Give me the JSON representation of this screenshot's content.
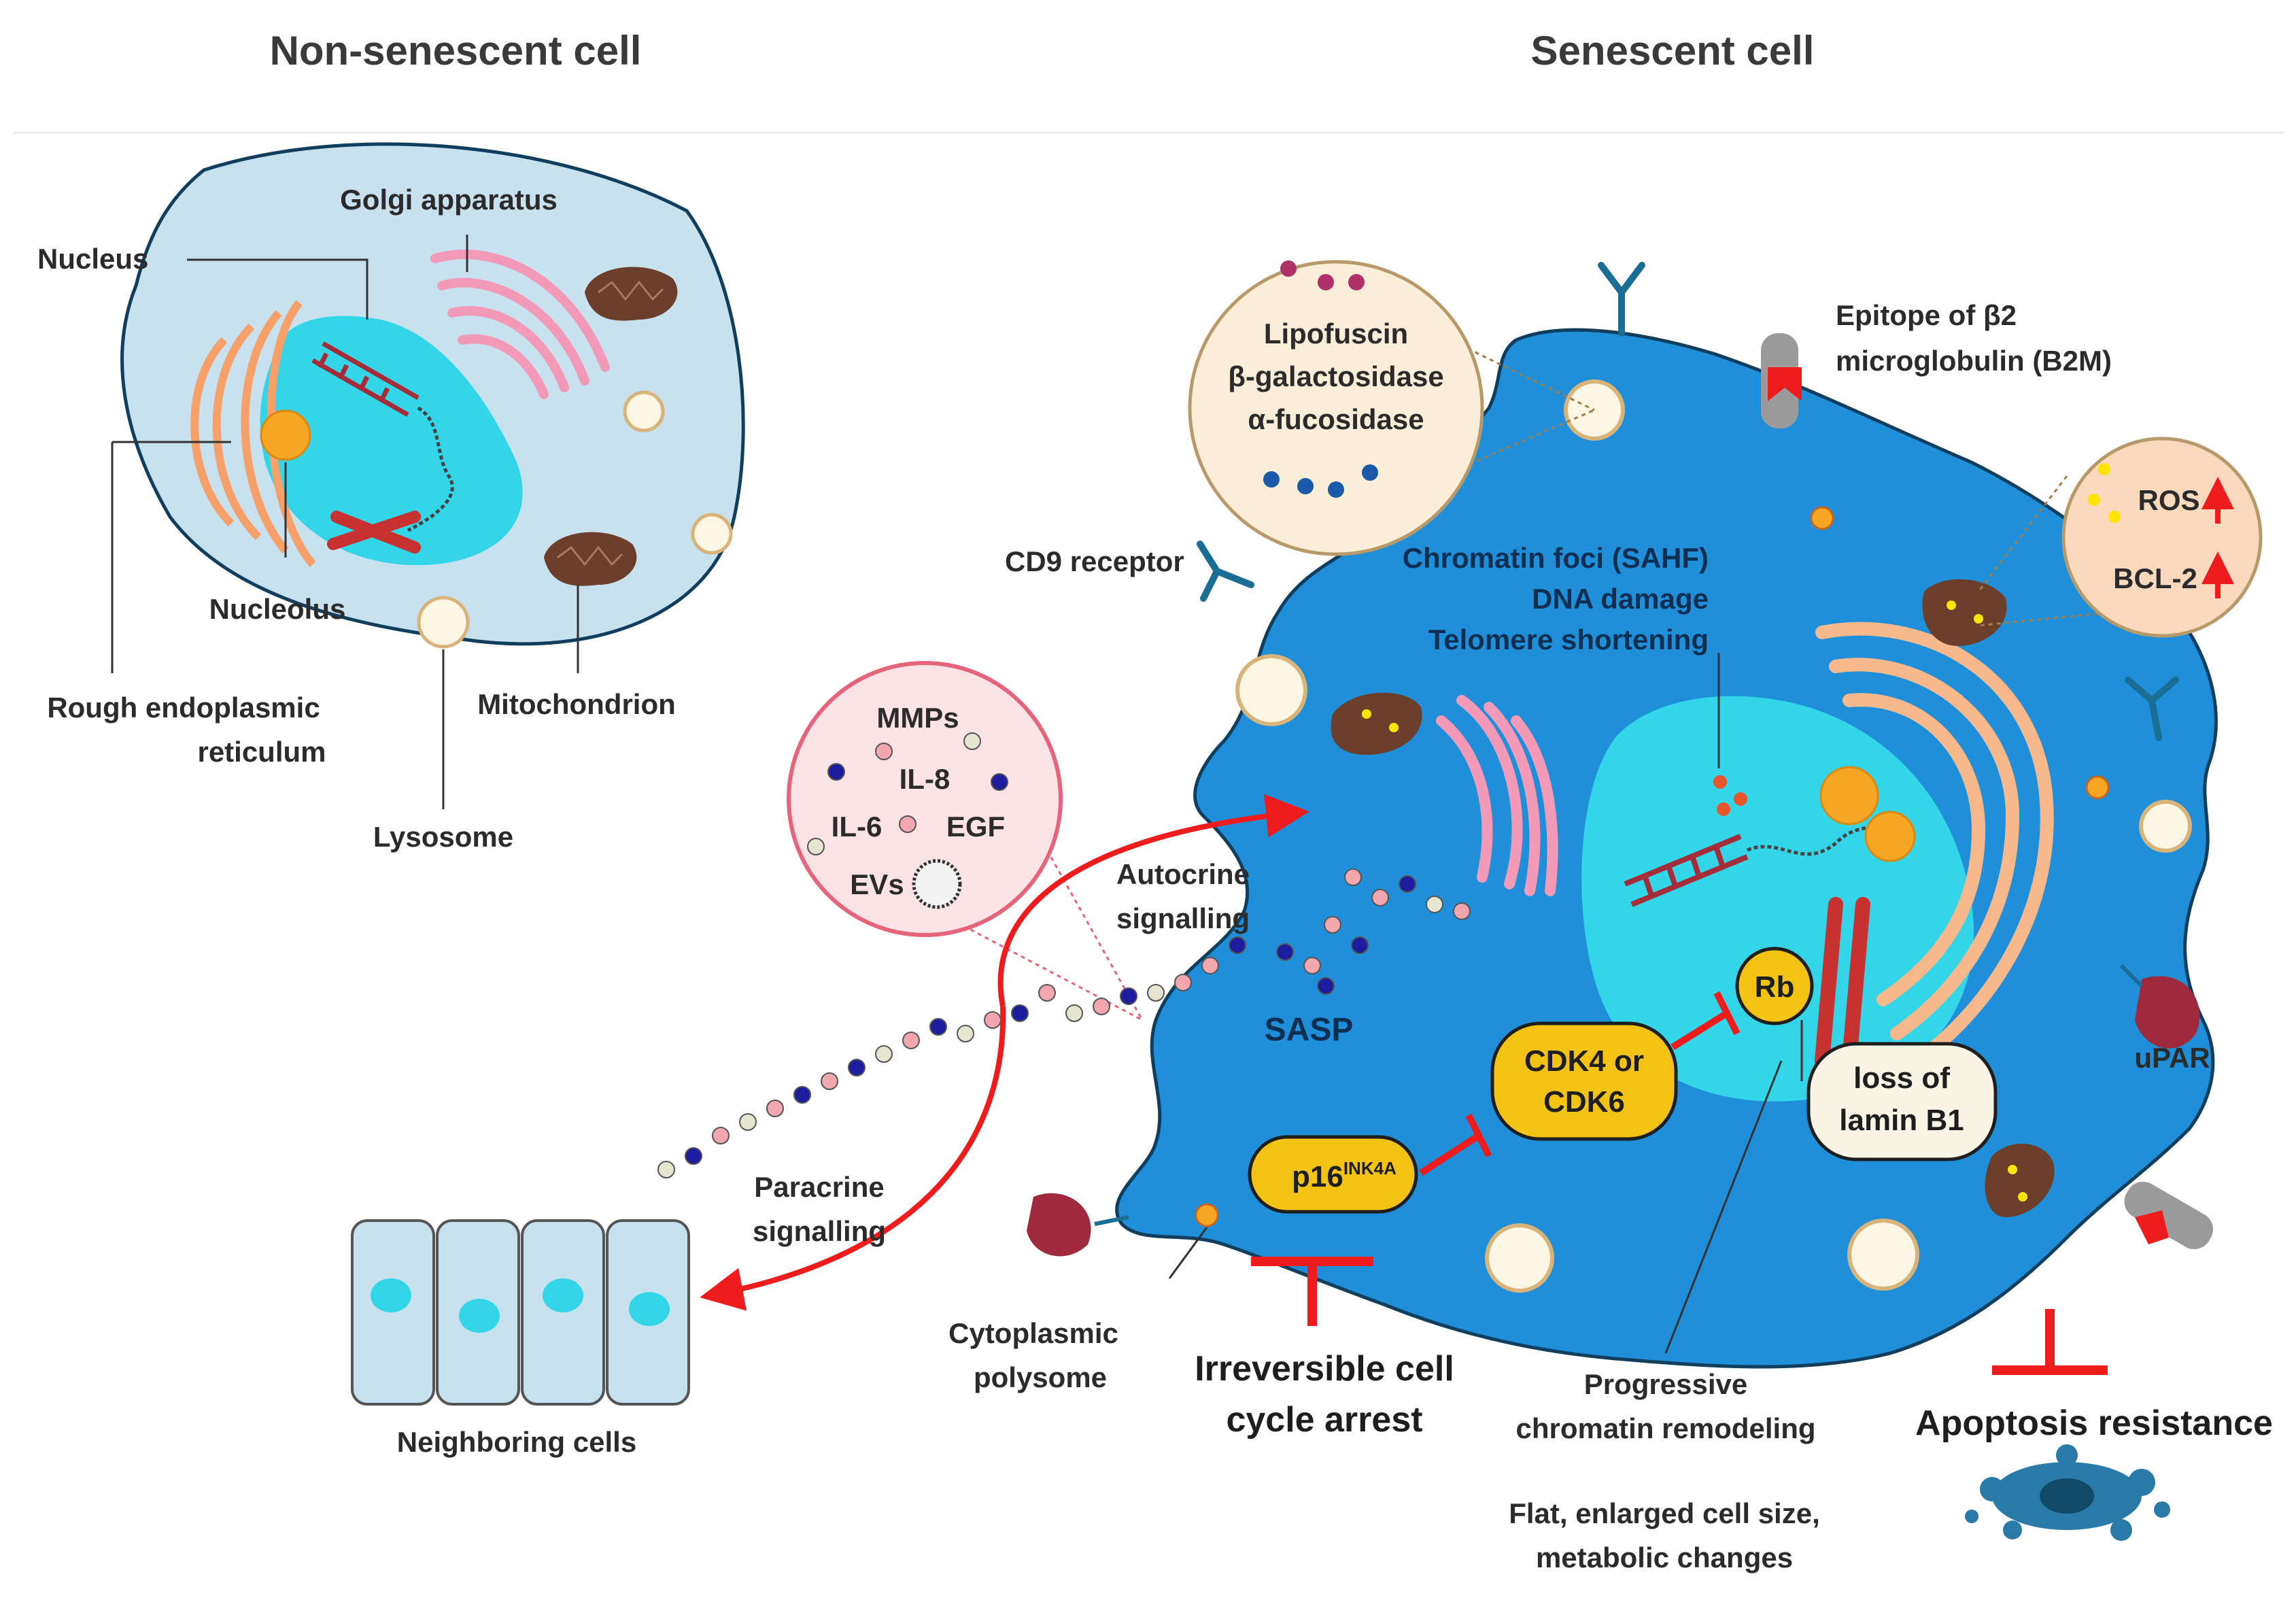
{
  "headings": {
    "left": "Non-senescent cell",
    "right": "Senescent cell"
  },
  "non_senescent": {
    "golgi": "Golgi apparatus",
    "nucleus": "Nucleus",
    "nucleolus": "Nucleolus",
    "rer_line1": "Rough endoplasmic",
    "rer_line2": "reticulum",
    "mitochondrion": "Mitochondrion",
    "lysosome": "Lysosome"
  },
  "lysosome_callout": {
    "line1": "Lipofuscin",
    "line2": "β-galactosidase",
    "line3": "α-fucosidase"
  },
  "sasp_callout": {
    "mmps": "MMPs",
    "il8": "IL-8",
    "il6": "IL-6",
    "egf": "EGF",
    "evs": "EVs"
  },
  "ros_callout": {
    "ros": "ROS",
    "bcl2": "BCL-2"
  },
  "senescent": {
    "b2m_line1": "Epitope of β2",
    "b2m_line2": "microglobulin (B2M)",
    "cd9": "CD9 receptor",
    "chromatin_line1": "Chromatin foci (SAHF)",
    "chromatin_line2": "DNA damage",
    "chromatin_line3": "Telomere shortening",
    "upar": "uPAR",
    "sasp": "SASP",
    "rb": "Rb",
    "cdk_line1": "CDK4 or",
    "cdk_line2": "CDK6",
    "p16_main": "p16",
    "p16_sup": "INK4A",
    "lamin_line1": "loss of",
    "lamin_line2": "lamin B1"
  },
  "signalling": {
    "autocrine_line1": "Autocrine",
    "autocrine_line2": "signalling",
    "paracrine_line1": "Paracrine",
    "paracrine_line2": "signalling"
  },
  "bottom": {
    "neighboring": "Neighboring cells",
    "polysome_line1": "Cytoplasmic",
    "polysome_line2": "polysome",
    "arrest_line1": "Irreversible cell",
    "arrest_line2": "cycle arrest",
    "remodel_line1": "Progressive",
    "remodel_line2": "chromatin remodeling",
    "flat_line1": "Flat, enlarged cell size,",
    "flat_line2": "metabolic changes",
    "apoptosis": "Apoptosis resistance"
  },
  "colors": {
    "senescent_cell": "#1e8fd8",
    "nucleus": "#33d6e8",
    "cell_outline": "#123e5e",
    "normal_cell": "#c8e1ef",
    "arrow_red": "#ee1c1c",
    "box_yellow": "#f3c314",
    "golgi_pink": "#f39ab8",
    "er_orange": "#f7b98c",
    "mito_brown": "#6b3f2a"
  }
}
